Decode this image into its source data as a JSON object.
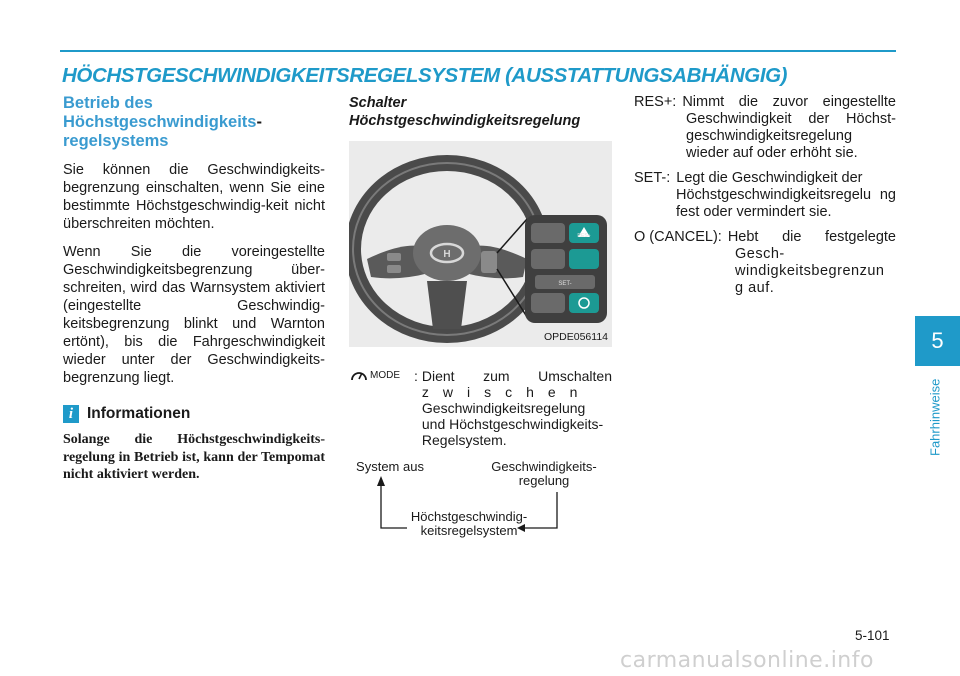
{
  "header": {
    "title": "HÖCHSTGESCHWINDIGKEITSREGELSYSTEM (AUSSTATTUNGSABHÄNGIG)"
  },
  "col1": {
    "heading_1": "Betrieb des",
    "heading_2": "Höchstgeschwindigkeits",
    "heading_dash": "-",
    "heading_3": "regelsystems",
    "para1": "Sie können die Geschwindigkeits-begrenzung einschalten, wenn Sie eine bestimmte Höchstgeschwindig-keit nicht überschreiten möchten.",
    "para2": "Wenn Sie die voreingestellte Geschwindigkeitsbegrenzung über-schreiten, wird das Warnsystem aktiviert (eingestellte Geschwindig-keitsbegrenzung blinkt und Warnton ertönt), bis die Fahrgeschwindigkeit wieder unter der Geschwindigkeits-begrenzung liegt.",
    "info_icon": "i",
    "info_title": "Informationen",
    "info_text": "Solange die Höchstgeschwindigkeits-regelung in Betrieb ist, kann der Tempomat nicht aktiviert werden."
  },
  "col2": {
    "heading_1": "Schalter",
    "heading_2": "Höchstgeschwindigkeitsregelung",
    "figure_code": "OPDE056114",
    "button_labels": {
      "res": "RES+",
      "set": "SET-"
    },
    "mode_icon_label": "MODE",
    "mode_colon": ":",
    "mode_text_1": "Dient zum Umschalten",
    "mode_text_2": "zwischen",
    "mode_text_3": "Geschwindigkeitsregelung",
    "mode_text_4": "und Höchstgeschwindigkeits-",
    "mode_text_5": "Regelsystem.",
    "diagram": {
      "left": "System aus",
      "right_1": "Geschwindigkeits-",
      "right_2": "regelung",
      "bottom_1": "Höchstgeschwindig-",
      "bottom_2": "keitsregelsystem"
    }
  },
  "col3": {
    "res_term": "RES+:",
    "res_first": "Nimmt die zuvor eingestellte",
    "res_rest": "Geschwindigkeit der Höchst-geschwindigkeitsregelung wieder auf oder erhöht sie.",
    "set_term": "SET-:",
    "set_first": "Legt die Geschwindigkeit der",
    "set_rest": "Höchstgeschwindigkeitsregelu ng fest oder vermindert sie.",
    "cancel_term": "O (CANCEL):",
    "cancel_first": "Hebt die festgelegte",
    "cancel_rest": "Gesch-windigkeitsbegrenzun g auf."
  },
  "side": {
    "chapter": "5",
    "label": "Fahrhinweise"
  },
  "footer": {
    "page": "5-101",
    "watermark": "carmanualsonline.info"
  },
  "colors": {
    "accent": "#1f9ac9"
  }
}
